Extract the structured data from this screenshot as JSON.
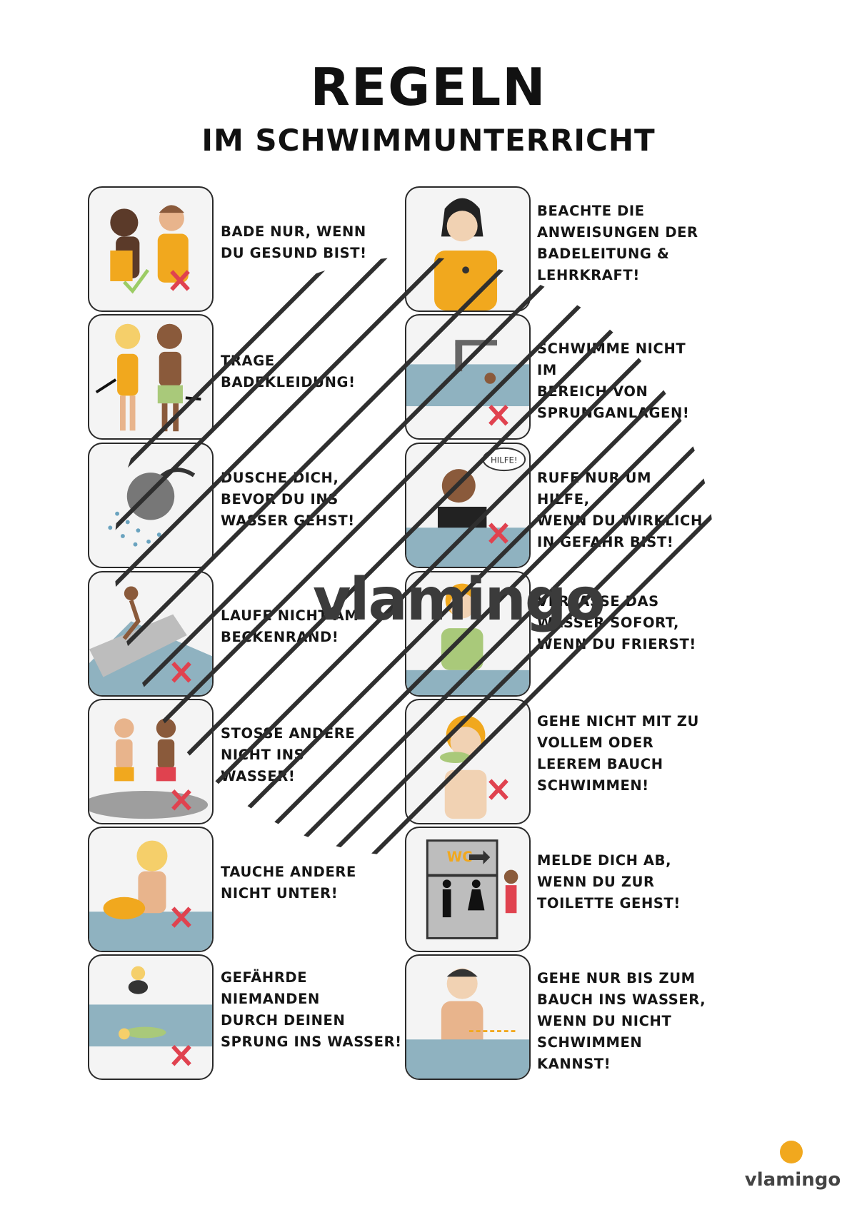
{
  "header": {
    "title": "REGELN",
    "subtitle": "IM SCHWIMMUNTERRICHT"
  },
  "rules": [
    {
      "text": "BADE NUR, WENN\nDU GESUND BIST!",
      "icon": "sick-children-icon"
    },
    {
      "text": "BEACHTE DIE\nANWEISUNGEN DER\nBADELEITUNG &\nLEHRKRAFT!",
      "icon": "lifeguard-icon"
    },
    {
      "text": "TRAGE\nBADEKLEIDUNG!",
      "icon": "swimwear-icon"
    },
    {
      "text": "SCHWIMME NICHT IM\nBEREICH VON\nSPRUNGANLAGEN!",
      "icon": "diving-board-icon"
    },
    {
      "text": "DUSCHE DICH,\nBEVOR DU INS\nWASSER GEHST!",
      "icon": "shower-icon"
    },
    {
      "text": "RUFE NUR UM HILFE,\nWENN DU WIRKLICH\nIN GEFAHR BIST!",
      "icon": "calling-help-icon",
      "bubble": "HILFE!"
    },
    {
      "text": "LAUFE NICHT AM\nBECKENRAND!",
      "icon": "running-pool-edge-icon"
    },
    {
      "text": "VERLASSE DAS\nWASSER SOFORT,\nWENN DU FRIERST!",
      "icon": "freezing-child-icon"
    },
    {
      "text": "STOSSE ANDERE\nNICHT INS\nWASSER!",
      "icon": "pushing-icon"
    },
    {
      "text": "GEHE NICHT MIT ZU\nVOLLEM ODER\nLEEREM BAUCH\nSCHWIMMEN!",
      "icon": "eating-icon"
    },
    {
      "text": "TAUCHE ANDERE\nNICHT UNTER!",
      "icon": "dunking-icon"
    },
    {
      "text": "MELDE DICH AB,\nWENN DU ZUR\nTOILETTE GEHST!",
      "icon": "toilet-sign-icon",
      "sign": "WC"
    },
    {
      "text": "GEFÄHRDE NIEMANDEN\nDURCH DEINEN\nSPRUNG INS WASSER!",
      "icon": "jumping-icon"
    },
    {
      "text": "GEHE NUR BIS ZUM\nBAUCH INS WASSER,\nWENN DU NICHT\nSCHWIMMEN KANNST!",
      "icon": "belly-deep-icon"
    }
  ],
  "watermark": "vlamingo",
  "brand": {
    "name": "vlamingo",
    "icon": "flamingo-logo-icon"
  },
  "colors": {
    "orange": "#f1a81e",
    "water": "#8fb2c0",
    "cross": "#e0424f",
    "check": "#9ccc65"
  }
}
